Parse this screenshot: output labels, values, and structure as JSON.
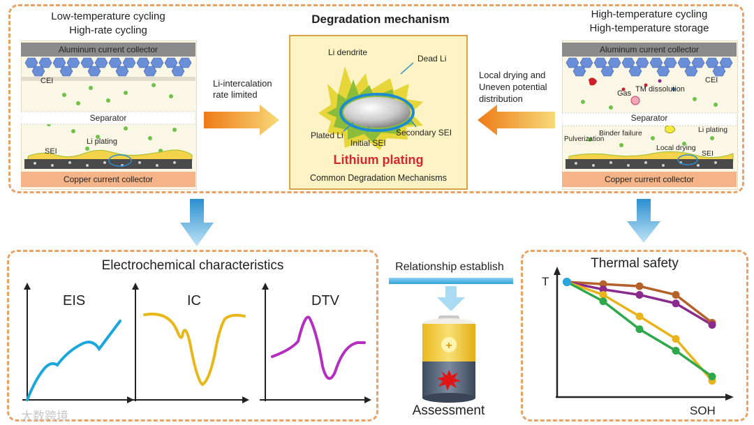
{
  "top": {
    "title": "Degradation mechanism",
    "left_conditions": [
      "Low-temperature cycling",
      "High-rate cycling"
    ],
    "right_conditions": [
      "High-temperature cycling",
      "High-temperature storage"
    ],
    "left_arrow_text": [
      "Li-intercalation",
      "rate limited"
    ],
    "right_arrow_text": [
      "Local drying and",
      "Uneven potential",
      "distribution"
    ],
    "left_panel": {
      "top_collector": "Aluminum current collector",
      "cei": "CEI",
      "separator": "Separator",
      "sei": "SEI",
      "li_plating": "Li plating",
      "bottom_collector": "Copper current collector"
    },
    "right_panel": {
      "top_collector": "Aluminum current collector",
      "cei": "CEI",
      "gas": "Gas",
      "tm_dissolution": "TM dissolution",
      "separator": "Separator",
      "pulverization": "Pulverization",
      "binder_failure": "Binder failure",
      "li_plating": "Li plating",
      "local_drying": "Local drying",
      "sei": "SEI",
      "bottom_collector": "Copper current collector"
    },
    "center": {
      "li_dendrite": "Li dendrite",
      "dead_li": "Dead Li",
      "plated_li": "Plated Li",
      "initial_sei": "Initial SEI",
      "secondary_sei": "Secondary SEI",
      "headline": "Lithium plating",
      "caption": "Common Degradation Mechanisms"
    }
  },
  "bottom": {
    "electro_title": "Electrochemical characteristics",
    "plots": [
      "EIS",
      "IC",
      "DTV"
    ],
    "relationship": "Relationship establish",
    "assessment": "Assessment",
    "thermal_title": "Thermal safety",
    "thermal_y": "T",
    "thermal_x": "SOH"
  },
  "watermark": "大数跨境",
  "colors": {
    "dash": "#e8a264",
    "arrow": "#f29a1a",
    "down_arrow": "#3aa7df",
    "eis": "#1ba7dc",
    "ic": "#e8b81a",
    "dtv": "#b42fbf",
    "headline": "#d7282f",
    "series_brown": "#b5612a",
    "series_purple": "#8a2a8c",
    "series_green": "#2ea84a",
    "series_yellow": "#e9b31b"
  },
  "chart_data": {
    "type": "line",
    "title": "Thermal safety",
    "xlabel": "SOH",
    "ylabel": "T",
    "series": [
      {
        "color": "#b5612a",
        "values": [
          1.0,
          0.98,
          0.96,
          0.88,
          0.62
        ]
      },
      {
        "color": "#8a2a8c",
        "values": [
          1.0,
          0.93,
          0.88,
          0.8,
          0.6
        ]
      },
      {
        "color": "#e9b31b",
        "values": [
          1.0,
          0.88,
          0.68,
          0.47,
          0.08
        ]
      },
      {
        "color": "#2ea84a",
        "values": [
          1.0,
          0.82,
          0.56,
          0.36,
          0.12
        ]
      }
    ]
  }
}
